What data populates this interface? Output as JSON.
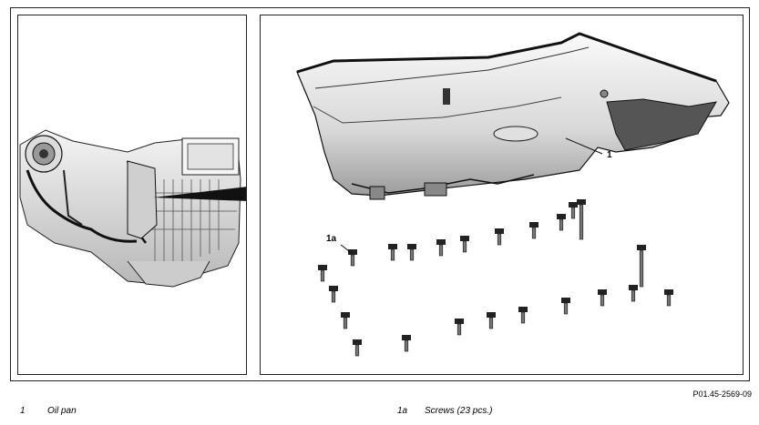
{
  "figure": {
    "callouts": {
      "oil_pan": "1",
      "screws": "1a"
    },
    "document_id": "P01.45-2569-09"
  },
  "legend": [
    {
      "number": "1",
      "text": "Oil pan"
    },
    {
      "number": "1a",
      "text": "Screws (23 pcs.)"
    }
  ]
}
